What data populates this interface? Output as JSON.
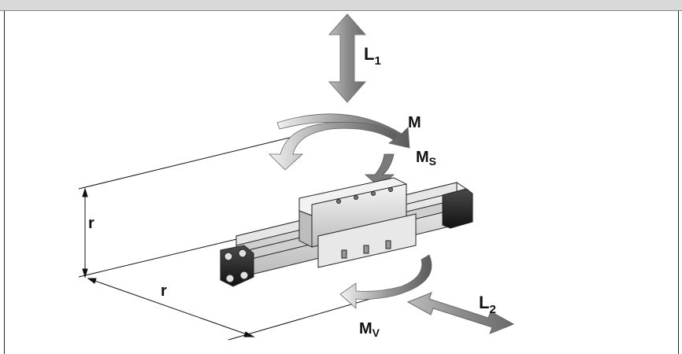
{
  "labels": {
    "l1_main": "L",
    "l1_sub": "1",
    "l2_main": "L",
    "l2_sub": "2",
    "m": "M",
    "ms_main": "M",
    "ms_sub": "S",
    "mv_main": "M",
    "mv_sub": "V",
    "r_vertical": "r",
    "r_horizontal": "r"
  }
}
